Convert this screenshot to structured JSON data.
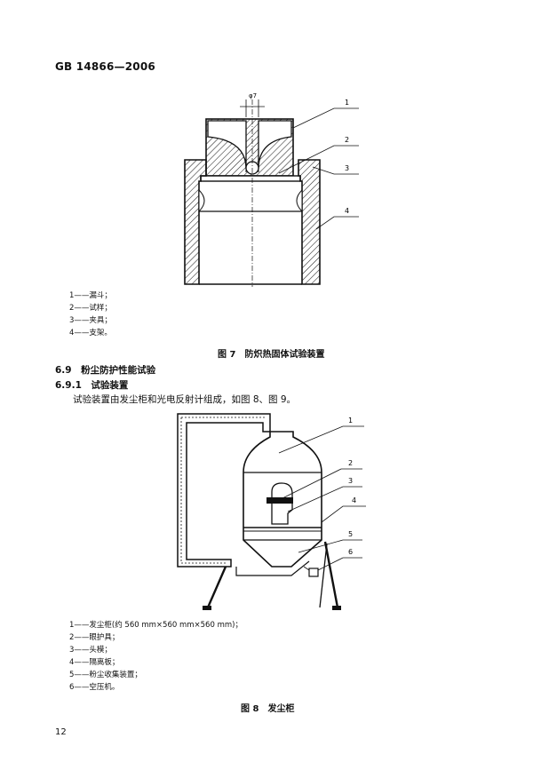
{
  "header": {
    "standard_no": "GB 14866—2006"
  },
  "fig7": {
    "dim_label": "φ7",
    "callouts": [
      "1",
      "2",
      "3",
      "4"
    ],
    "legend": [
      "1——漏斗；",
      "2——试样；",
      "3——夹具；",
      "4——支架。"
    ],
    "caption": "图 7　防炽热固体试验装置"
  },
  "section": {
    "heading_69": "6.9　粉尘防护性能试验",
    "heading_691": "6.9.1　试验装置",
    "paragraph": "试验装置由发尘柜和光电反射计组成，如图 8、图 9。"
  },
  "fig8": {
    "callouts": [
      "1",
      "2",
      "3",
      "4",
      "5",
      "6"
    ],
    "legend": [
      "1——发尘柜(约 560 mm×560 mm×560 mm)；",
      "2——眼护具；",
      "3——头模；",
      "4——隔离板；",
      "5——粉尘收集装置；",
      "6——空压机。"
    ],
    "caption": "图 8　发尘柜"
  },
  "footer": {
    "page_number": "12"
  }
}
